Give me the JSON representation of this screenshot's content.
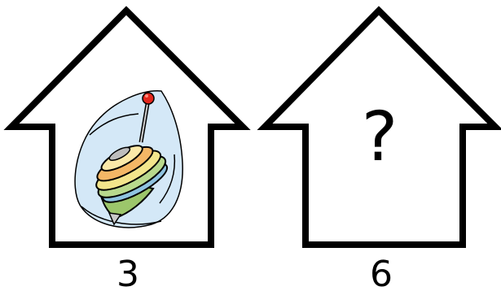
{
  "houses": [
    {
      "content": "spinning-top-picture",
      "label": "3"
    },
    {
      "content": "question-mark",
      "symbol": "?",
      "label": "6"
    }
  ],
  "colors": {
    "outline": "#000000",
    "background": "#ffffff"
  }
}
